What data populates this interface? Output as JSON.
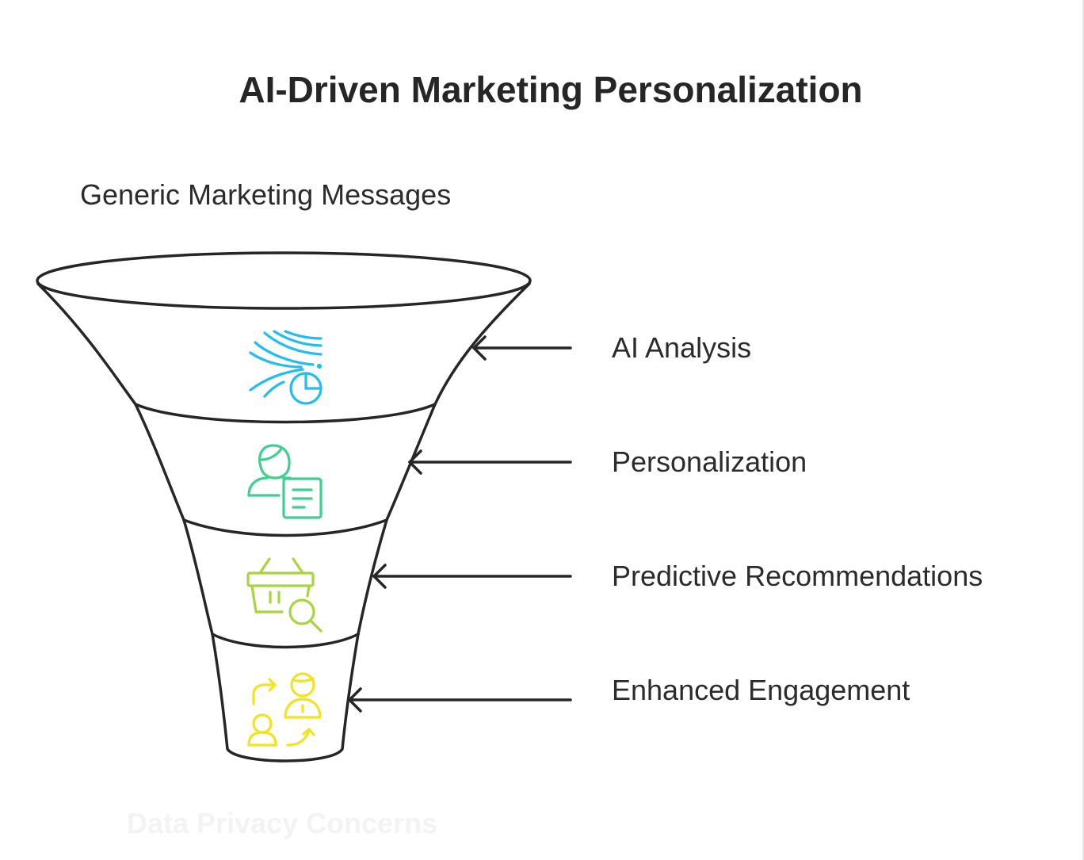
{
  "title": "AI-Driven Marketing Personalization",
  "funnel": {
    "top_label": "Generic Marketing Messages",
    "bottom_label": "Data Privacy Concerns",
    "stages": [
      {
        "label": "AI Analysis",
        "icon": "data-analysis-icon",
        "color": "#22bdef"
      },
      {
        "label": "Personalization",
        "icon": "user-profile-document-icon",
        "color": "#3ed08e"
      },
      {
        "label": "Predictive Recommendations",
        "icon": "basket-search-icon",
        "color": "#a7d63c"
      },
      {
        "label": "Enhanced Engagement",
        "icon": "user-exchange-icon",
        "color": "#f2e31f"
      }
    ]
  }
}
